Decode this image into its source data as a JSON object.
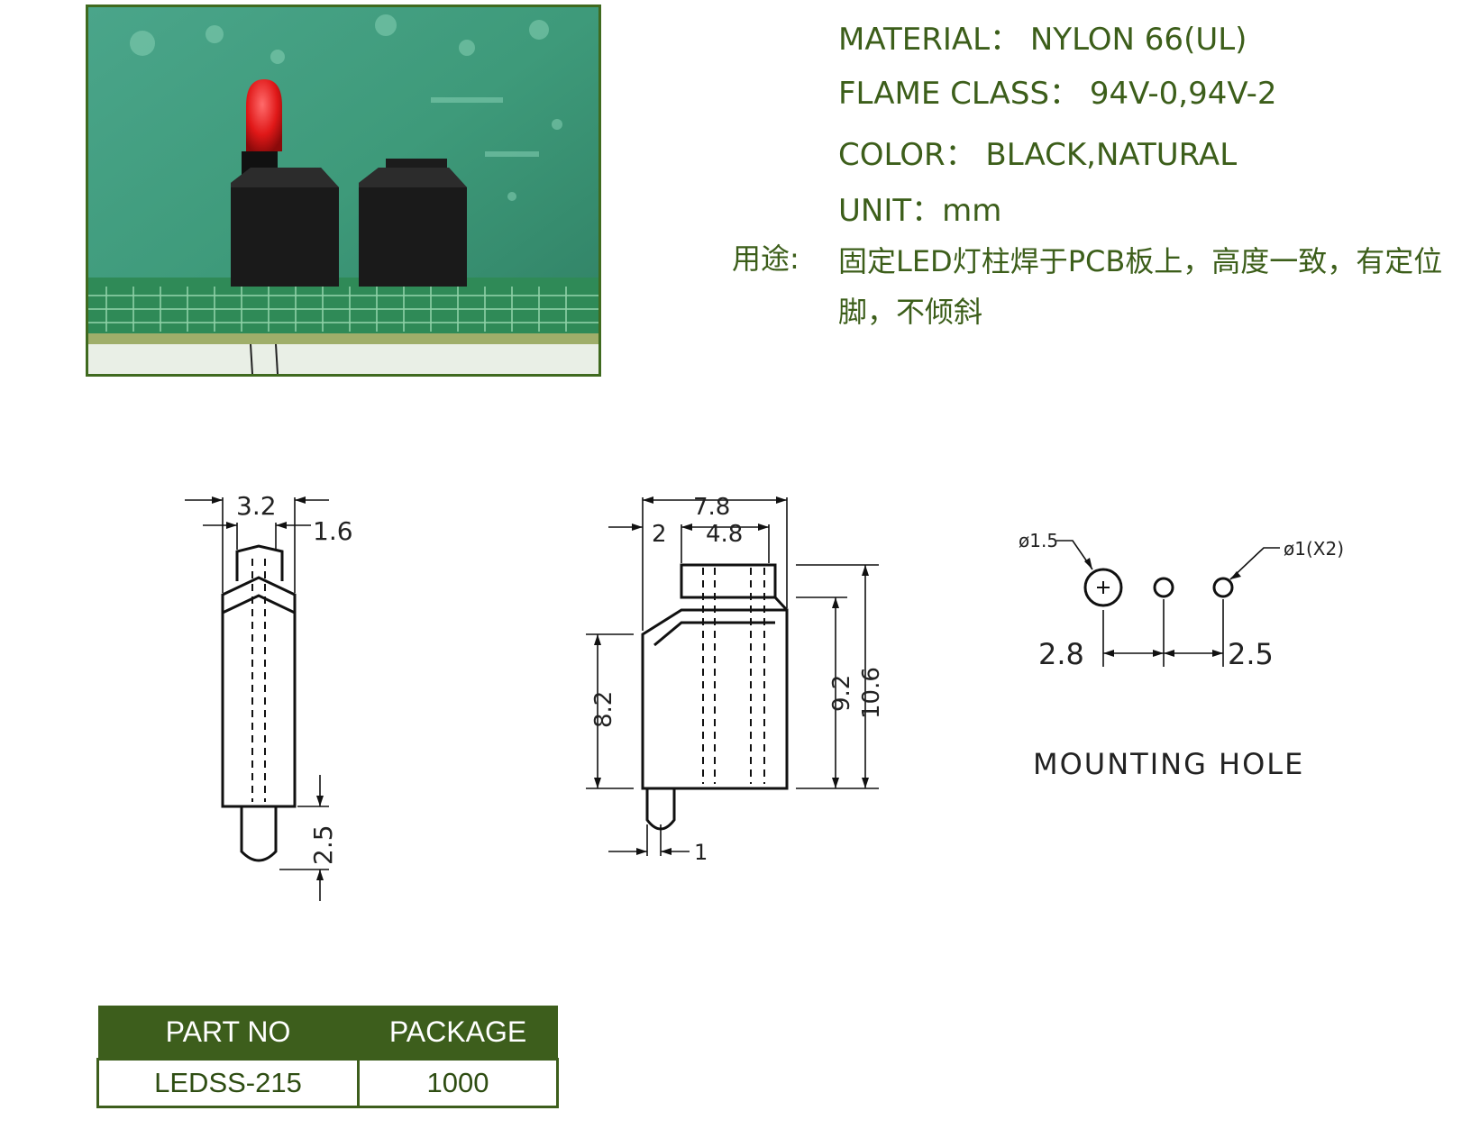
{
  "photo": {
    "description_icon": "product-photo"
  },
  "specs": {
    "material": "MATERIAL： NYLON 66(UL)",
    "flame_class": "FLAME CLASS： 94V-0,94V-2",
    "color": "COLOR： BLACK,NATURAL",
    "unit": "UNIT：mm"
  },
  "usage": {
    "label": "用途:",
    "text": "固定LED灯柱焊于PCB板上，高度一致，有定位脚，不倾斜"
  },
  "dimensions": {
    "side_width": "3.2",
    "side_pin": "1.6",
    "side_pin_height": "2.5",
    "front_width": "7.8",
    "front_offset": "2",
    "front_top": "4.8",
    "front_h1": "8.2",
    "front_h2": "9.2",
    "front_h3": "10.6",
    "front_pin": "1"
  },
  "mounting": {
    "hole_large": "ø1.5",
    "hole_small": "ø1(X2)",
    "spacing_left": "2.8",
    "spacing_right": "2.5",
    "title": "MOUNTING  HOLE"
  },
  "table": {
    "headers": [
      "PART NO",
      "PACKAGE"
    ],
    "rows": [
      [
        "LEDSS-215",
        "1000"
      ]
    ]
  },
  "colors": {
    "accent": "#3d5e1c",
    "text": "#3c5e1a"
  }
}
